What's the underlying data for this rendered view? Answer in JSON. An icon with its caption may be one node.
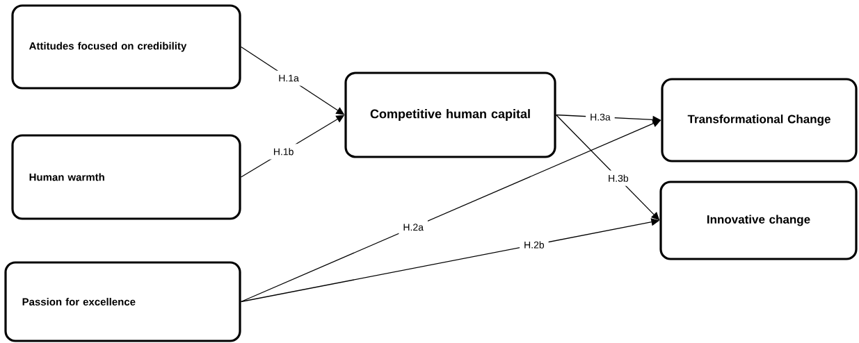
{
  "diagram": {
    "nodes": [
      {
        "text": [
          "Attitudes focused on credibility"
        ]
      },
      {
        "text": [
          "Human warmth"
        ]
      },
      {
        "text": [
          "Competitive human capital"
        ]
      },
      {
        "text": [
          "Transformational Change"
        ]
      },
      {
        "text": [
          "Innovative change"
        ]
      },
      {
        "text": [
          "Passion for excellence"
        ]
      }
    ],
    "edges": [
      {
        "from": 0,
        "to": 2,
        "arrow": "to",
        "label": "H.1a"
      },
      {
        "from": 1,
        "to": 2,
        "arrow": "to",
        "label": "H.1b"
      },
      {
        "from": 2,
        "to": 3,
        "arrow": "to",
        "label": "H.3a"
      },
      {
        "from": 2,
        "to": 4,
        "arrow": "to",
        "label": "H.3b"
      },
      {
        "from": 5,
        "to": 3,
        "arrow": "to",
        "label": "H.2a"
      },
      {
        "from": 5,
        "to": 4,
        "arrow": "to",
        "label": "H.2b"
      }
    ]
  }
}
